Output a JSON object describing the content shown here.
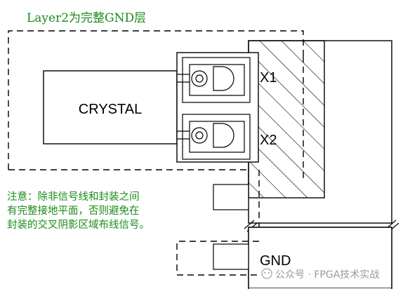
{
  "title": "Layer2为完整GND层",
  "component_label": "CRYSTAL",
  "pin_labels": [
    "X1",
    "X2"
  ],
  "note_lines": [
    "注意：除非信号线和封装之间",
    "有完整接地平面，否则避免在",
    "封装的交叉阴影区域布线信号。"
  ],
  "gnd_label": "GND",
  "watermark": "公众号 · FPGA技术实战",
  "colors": {
    "annotation": "#1a8a1a",
    "line": "#000000",
    "watermark": "#9a9a9a"
  }
}
